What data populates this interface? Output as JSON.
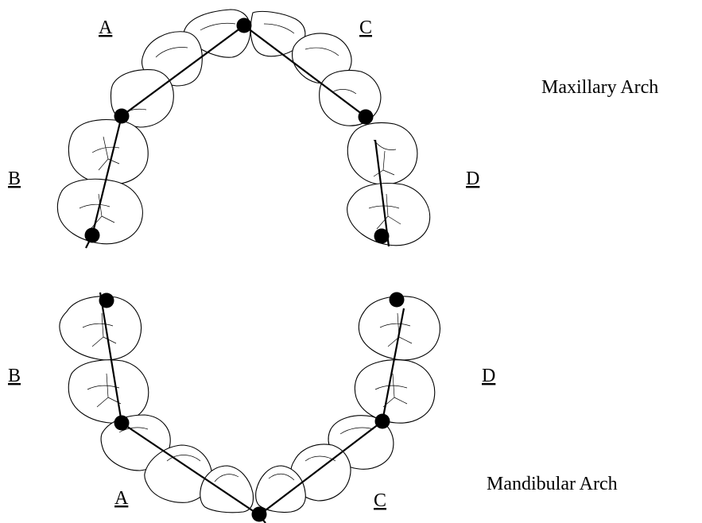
{
  "maxillary": {
    "title": "Maxillary Arch",
    "labels": {
      "A": "A",
      "B": "B",
      "C": "C",
      "D": "D"
    }
  },
  "mandibular": {
    "title": "Mandibular Arch",
    "labels": {
      "A": "A",
      "B": "B",
      "C": "C",
      "D": "D"
    }
  },
  "colors": {
    "ink": "#000000",
    "background": "#ffffff"
  }
}
